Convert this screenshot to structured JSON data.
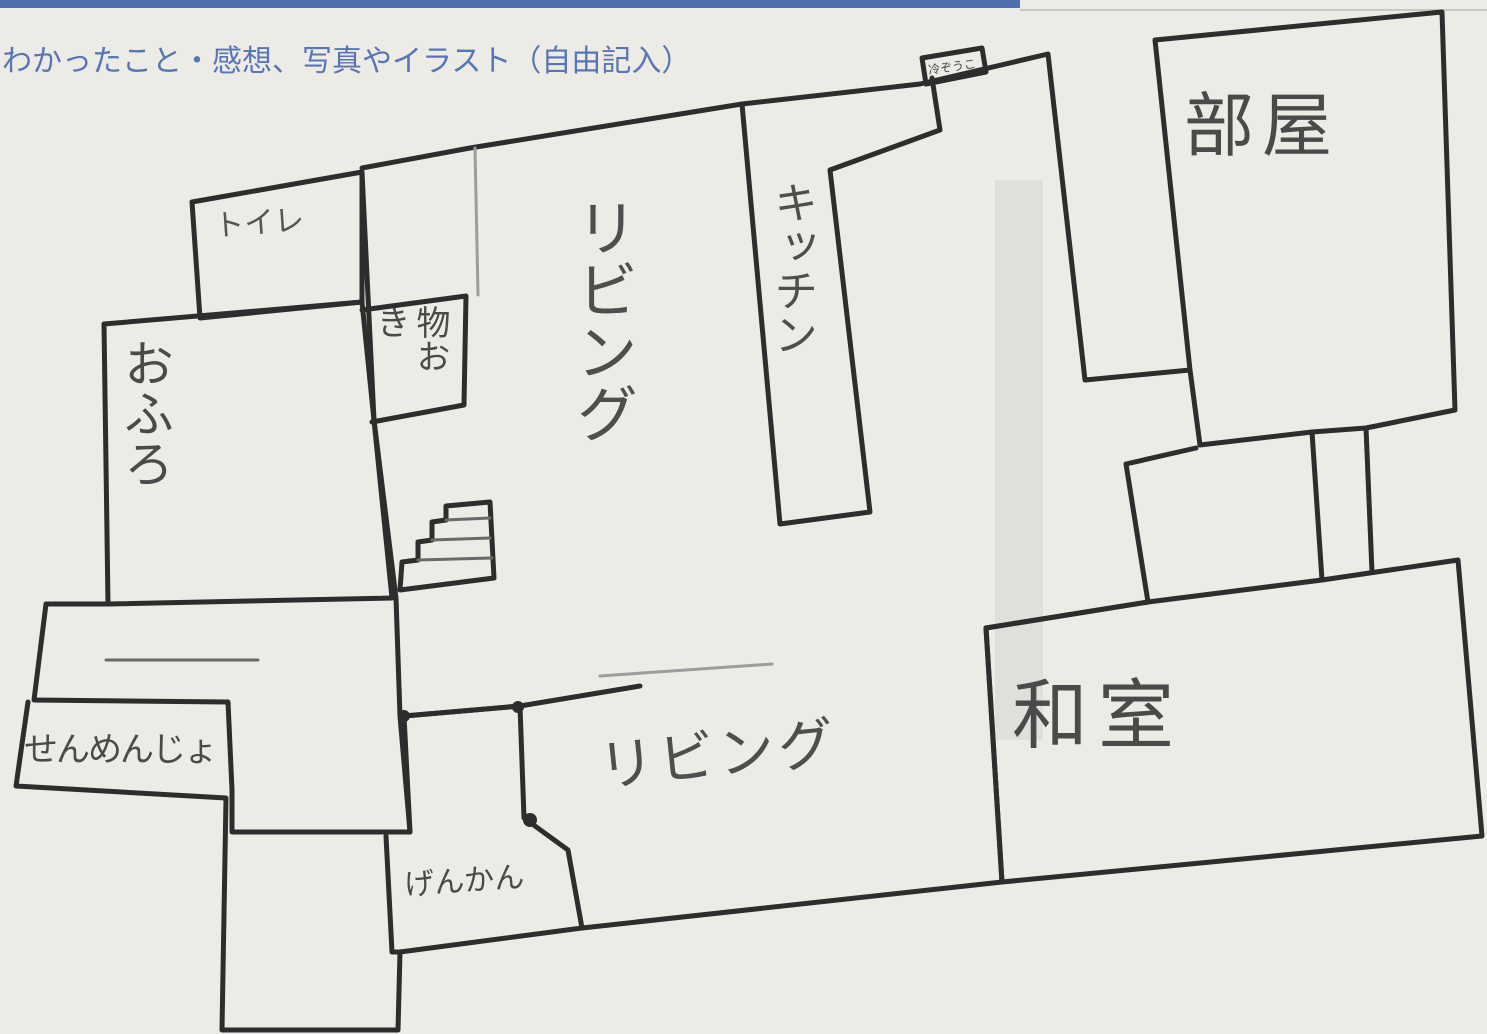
{
  "header": {
    "title": "わかったこと・感想、写真やイラスト（自由記入）"
  },
  "floor_plan": {
    "rooms": {
      "toilet": "トイレ",
      "storage": "物おき",
      "bath": "おふろ",
      "living_upper": "リビング",
      "kitchen": "キッチン",
      "fridge": "冷ぞうこ",
      "bedroom": "部屋",
      "washroom": "せんめんじょ",
      "entrance": "げんかん",
      "living_lower": "リビング",
      "japanese_room": "和室"
    }
  },
  "colors": {
    "paper": "#ecebe6",
    "header_band": "#4f6fae",
    "header_text": "#5876b4",
    "pencil": "#2d2d2d",
    "pencil_light": "#4e4e4e"
  }
}
